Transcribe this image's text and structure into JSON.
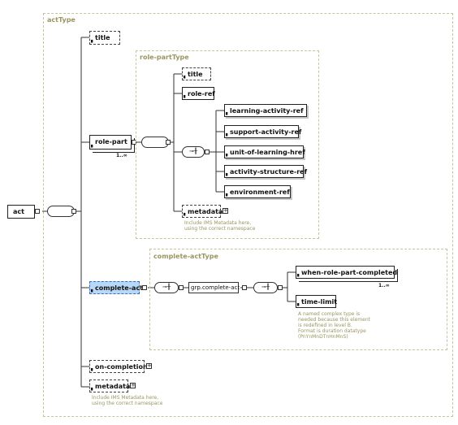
{
  "act_type": {
    "label": "actType"
  },
  "root": {
    "label": "act"
  },
  "title": {
    "label": "title"
  },
  "role_part": {
    "label": "role-part",
    "occurrence": "1..∞"
  },
  "role_part_type": {
    "label": "role-partType",
    "title": "title",
    "role_ref": "role-ref",
    "choices": [
      "learning-activity-ref",
      "support-activity-ref",
      "unit-of-learning-href",
      "activity-structure-ref",
      "environment-ref"
    ],
    "metadata": "metadata",
    "metadata_doc": "Include IMS Metadata here,\nusing the correct namespace"
  },
  "complete_act": {
    "label": "complete-act"
  },
  "complete_act_type": {
    "label": "complete-actType",
    "group": "grp.complete-act",
    "when_role_part_completed": "when-role-part-completed",
    "occurrence": "1..∞",
    "time_limit": "time-limit",
    "time_limit_doc": "A named complex type is\nneeded because this element\nis redefined in level B.\nFormat is duration datatype\n(PnYnMnDTnHnMnS)"
  },
  "on_completion": {
    "label": "on-completion"
  },
  "metadata": {
    "label": "metadata",
    "doc": "Include IMS Metadata here,\nusing the correct namespace"
  },
  "colors": {
    "selected": "#b8d8f8",
    "group_border": "#c8c49a",
    "group_label": "#9a9660"
  }
}
